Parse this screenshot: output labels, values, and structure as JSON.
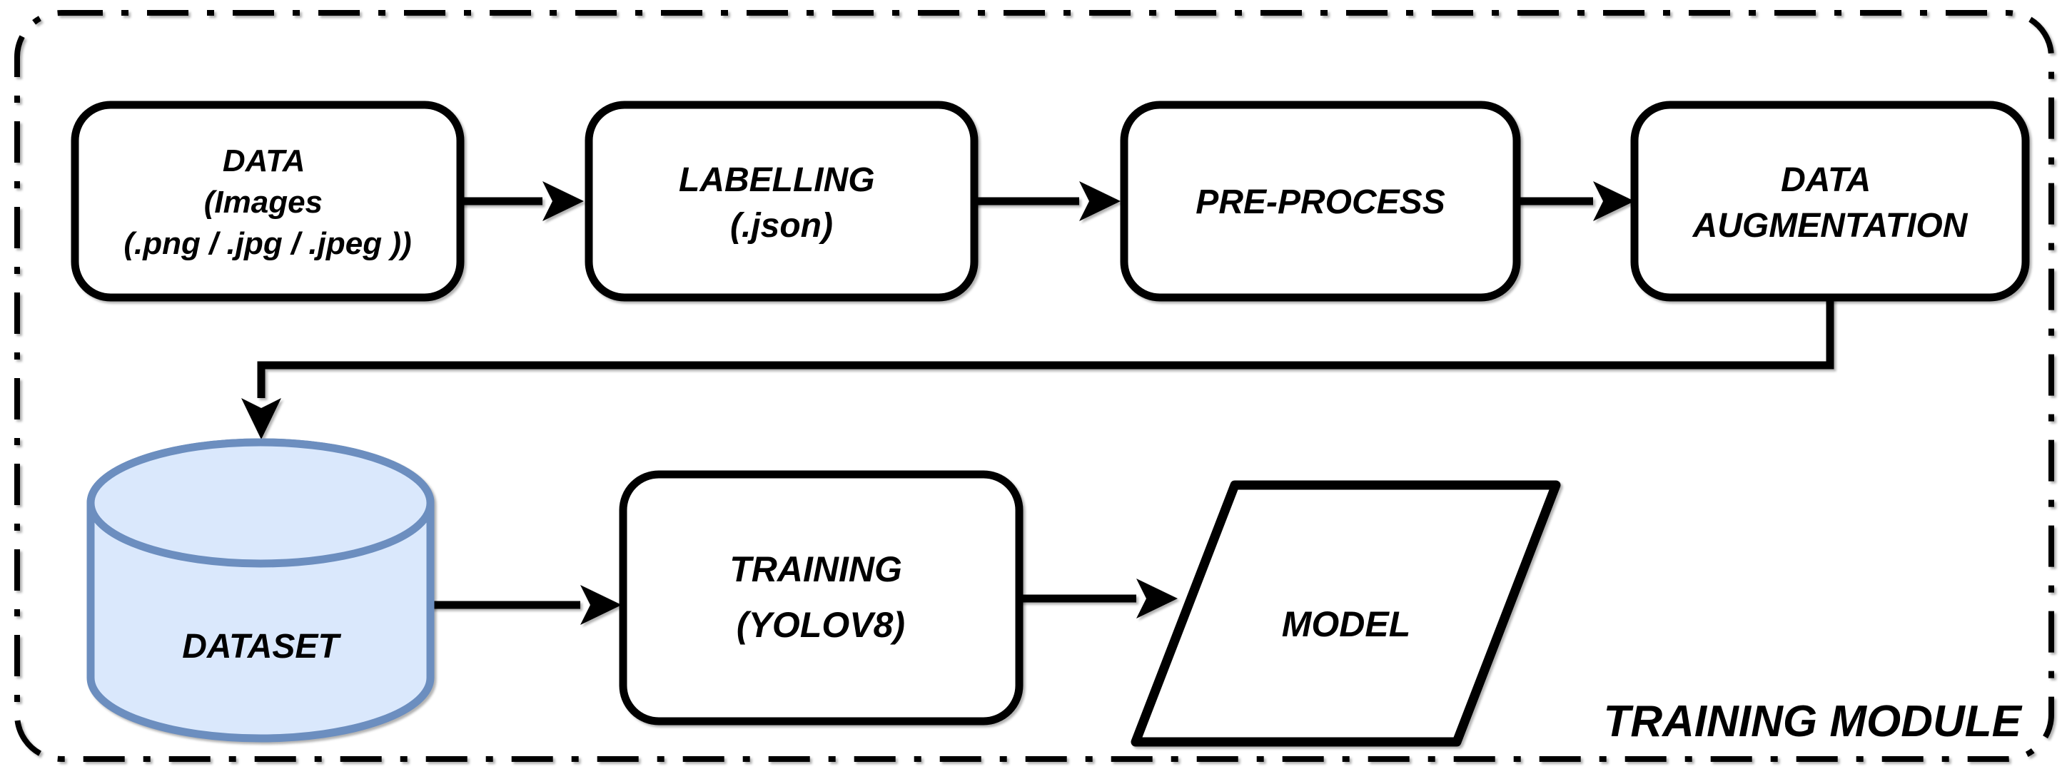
{
  "diagram": {
    "module_label": "TRAINING MODULE",
    "nodes": {
      "data": {
        "shape": "rounded-rectangle",
        "label_lines": [
          "DATA",
          "(Images",
          "(.png / .jpg / .jpeg ))"
        ]
      },
      "labelling": {
        "shape": "rounded-rectangle",
        "label_lines": [
          "LABELLING",
          "(.json)"
        ]
      },
      "preprocess": {
        "shape": "rounded-rectangle",
        "label_lines": [
          "PRE-PROCESS"
        ]
      },
      "data_augmentation": {
        "shape": "rounded-rectangle",
        "label_lines": [
          "DATA",
          "AUGMENTATION"
        ]
      },
      "dataset": {
        "shape": "database-cylinder",
        "label_lines": [
          "DATASET"
        ]
      },
      "training": {
        "shape": "rounded-rectangle",
        "label_lines": [
          "TRAINING",
          "(YOLOV8)"
        ]
      },
      "model": {
        "shape": "parallelogram",
        "label_lines": [
          "MODEL"
        ]
      }
    },
    "edges": [
      {
        "from": "DATA",
        "to": "LABELLING"
      },
      {
        "from": "LABELLING",
        "to": "PRE-PROCESS"
      },
      {
        "from": "PRE-PROCESS",
        "to": "DATA AUGMENTATION"
      },
      {
        "from": "DATA AUGMENTATION",
        "to": "DATASET"
      },
      {
        "from": "DATASET",
        "to": "TRAINING"
      },
      {
        "from": "TRAINING",
        "to": "MODEL"
      }
    ],
    "colors": {
      "background": "#ffffff",
      "node_fill": "#ffffff",
      "node_stroke": "#000000",
      "dataset_fill": "#dae8fc",
      "dataset_stroke": "#6c8ebf",
      "text": "#000000"
    }
  }
}
